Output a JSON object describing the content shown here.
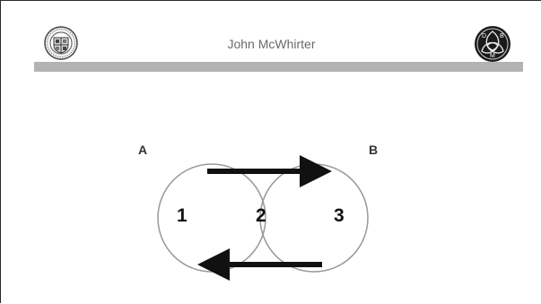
{
  "header": {
    "title": "John McWhirter",
    "bar_color": "#b3b3b3",
    "left_logo": "university-seal-icon",
    "right_logo": {
      "icon": "triquetra-emblem-icon",
      "letters": [
        "D",
        "B",
        "M"
      ]
    }
  },
  "diagram": {
    "set_a_label": "A",
    "set_b_label": "B",
    "regions": [
      "1",
      "2",
      "3"
    ],
    "arrows": [
      {
        "name": "top-arrow",
        "direction": "right"
      },
      {
        "name": "bottom-arrow",
        "direction": "left"
      }
    ],
    "circle_color": "#999999",
    "arrow_color": "#111111"
  }
}
